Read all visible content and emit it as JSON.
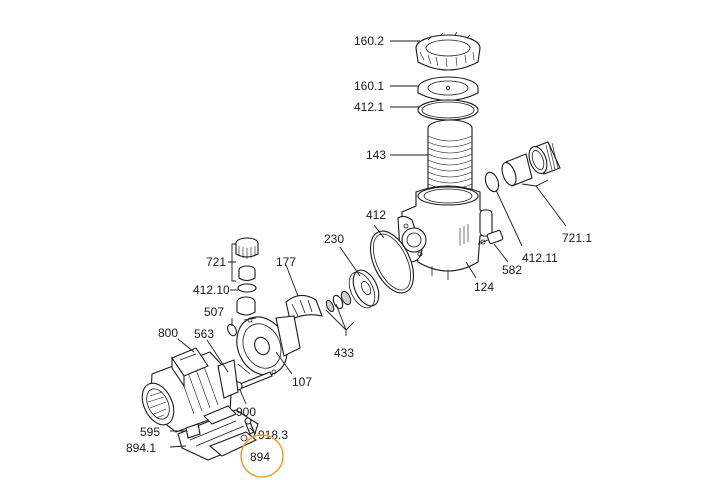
{
  "diagram": {
    "labels": {
      "l160_2": "160.2",
      "l160_1": "160.1",
      "l412_1": "412.1",
      "l143": "143",
      "l412": "412",
      "l230": "230",
      "l721_left": "721",
      "l177": "177",
      "l412_10": "412.10",
      "l507": "507",
      "l800": "800",
      "l563": "563",
      "l433": "433",
      "l107": "107",
      "l900": "900",
      "l595": "595",
      "l894_1": "894.1",
      "l918_3": "918.3",
      "l894": "894",
      "l124": "124",
      "l582": "582",
      "l412_11": "412.11",
      "l721_1": "721.1"
    },
    "highlight_color": "#e8a33a"
  }
}
